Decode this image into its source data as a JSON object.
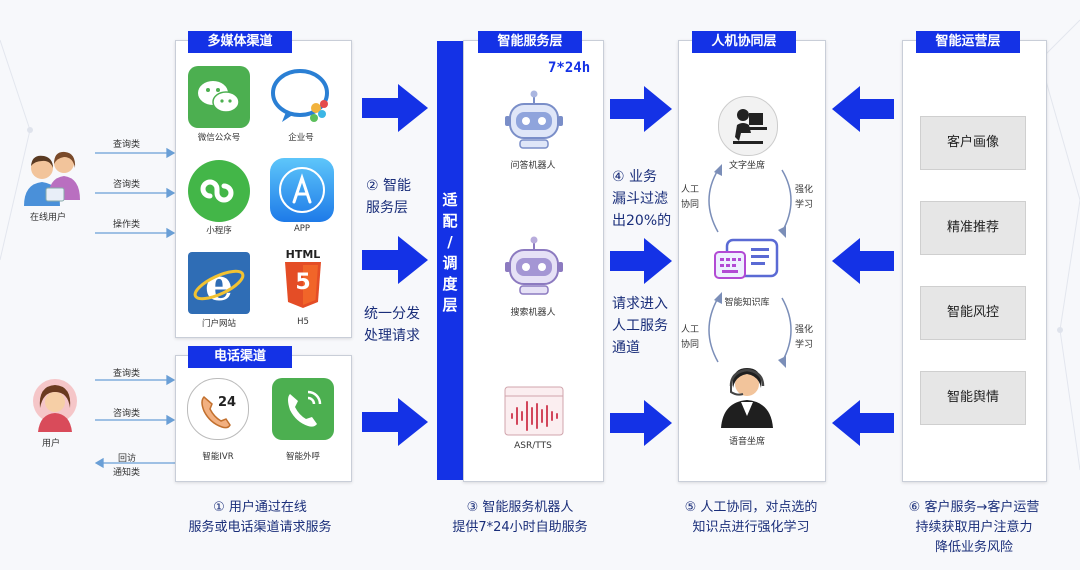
{
  "users": {
    "online_user": "在线用户",
    "phone_user": "用户",
    "online_requests": [
      "查询类",
      "咨询类",
      "操作类"
    ],
    "phone_requests": [
      "查询类",
      "咨询类"
    ],
    "callback_line1": "回访",
    "callback_line2": "通知类"
  },
  "multimedia": {
    "title": "多媒体渠道",
    "channels": [
      "微信公众号",
      "企业号",
      "小程序",
      "APP",
      "门户网站",
      "H5"
    ],
    "html_badge": "HTML",
    "html_num": "5"
  },
  "phone_channel": {
    "title": "电话渠道",
    "channels": [
      "智能IVR",
      "智能外呼"
    ],
    "ivr_badge": "24"
  },
  "smart_service": {
    "title": "智能服务层",
    "hours": "7*24h",
    "bots": [
      "问答机器人",
      "搜索机器人",
      "ASR/TTS"
    ]
  },
  "dispatch_bar": {
    "chars": [
      "适",
      "配",
      "/",
      "调",
      "度",
      "层"
    ]
  },
  "mid_notes": {
    "to_service_line1": "② 智能",
    "to_service_line2": "服务层",
    "unified_line1": "统一分发",
    "unified_line2": "处理请求"
  },
  "funnel_notes": {
    "line1": "④ 业务",
    "line2": "漏斗过滤",
    "line3": "出20%的",
    "line4": "请求进入",
    "line5": "人工服务",
    "line6": "通道"
  },
  "collab": {
    "title": "人机协同层",
    "nodes": [
      "文字坐席",
      "智能知识库",
      "语音坐席"
    ],
    "left_label_line1": "人工",
    "left_label_line2": "协同",
    "right_label_line1": "强化",
    "right_label_line2": "学习"
  },
  "operation": {
    "title": "智能运营层",
    "items": [
      "客户画像",
      "精准推荐",
      "智能风控",
      "智能舆情"
    ]
  },
  "footer_notes": {
    "n1_line1": "① 用户通过在线",
    "n1_line2": "服务或电话渠道请求服务",
    "n3_line1": "③ 智能服务机器人",
    "n3_line2": "提供7*24小时自助服务",
    "n5_line1": "⑤ 人工协同，对点选的",
    "n5_line2": "知识点进行强化学习",
    "n6_line1": "⑥ 客户服务→客户运营",
    "n6_line2": "持续获取用户注意力",
    "n6_line3": "降低业务风险"
  },
  "colors": {
    "accent_blue": "#1432e6",
    "note_text": "#1a2e7a",
    "wechat_green": "#4caf50",
    "app_blue": "#1e90ff",
    "html5_orange": "#e44d26"
  }
}
